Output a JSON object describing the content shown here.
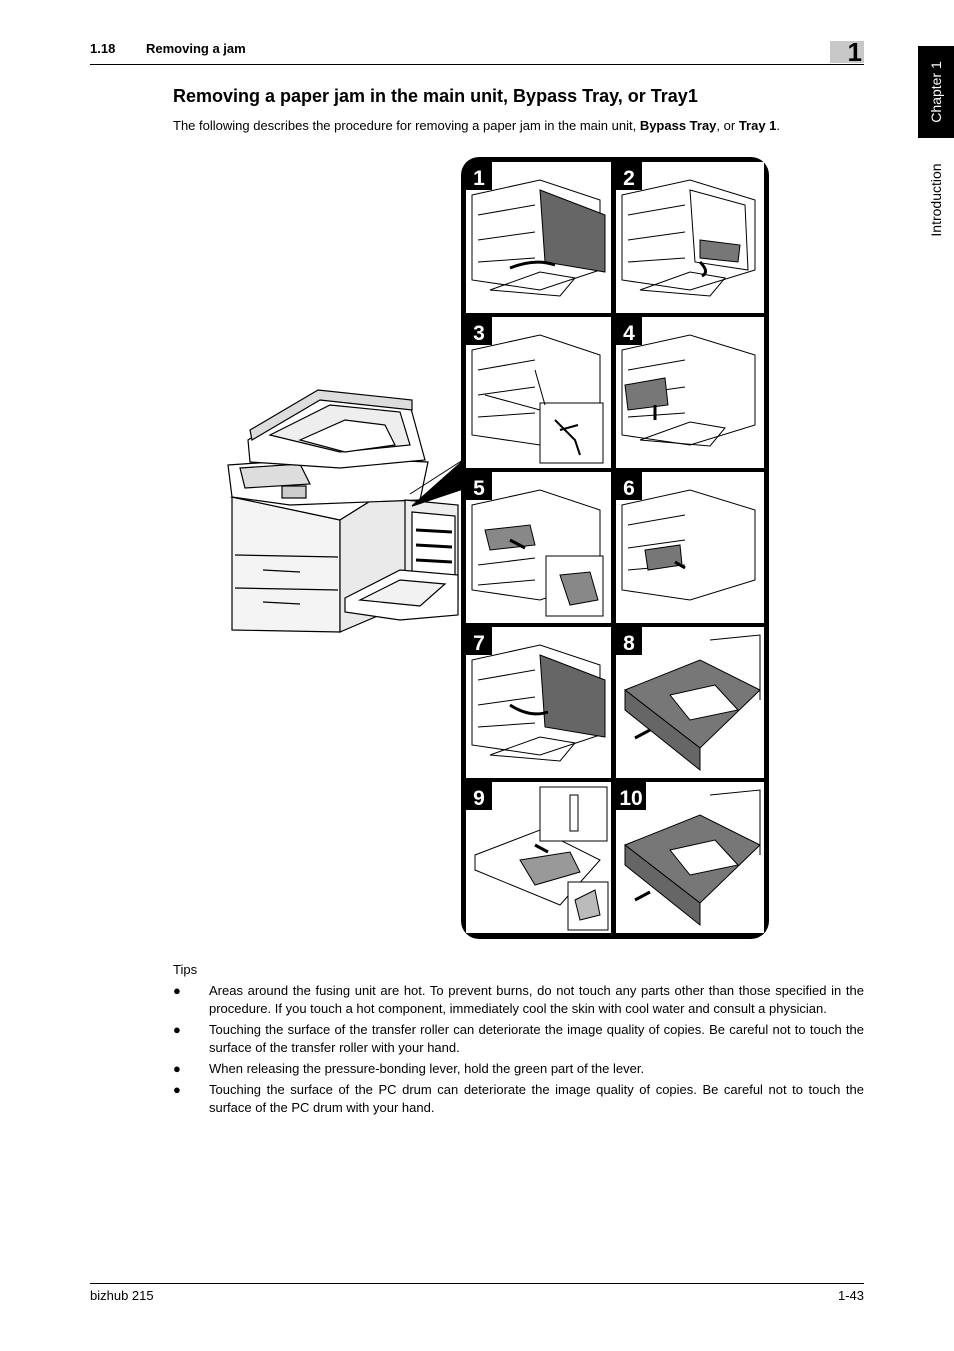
{
  "header": {
    "section_number": "1.18",
    "section_title": "Removing a jam",
    "chapter_number": "1"
  },
  "side_tabs": {
    "chapter": "Chapter 1",
    "section": "Introduction"
  },
  "title": "Removing a paper jam in the main unit, Bypass Tray, or Tray1",
  "intro": {
    "before": "The following describes the procedure for removing a paper jam in the main unit, ",
    "bold1": "Bypass Tray",
    "middle": ", or ",
    "bold2": "Tray 1",
    "after": "."
  },
  "steps": [
    "1",
    "2",
    "3",
    "4",
    "5",
    "6",
    "7",
    "8",
    "9",
    "10"
  ],
  "tips": {
    "label": "Tips",
    "bullet": "●",
    "items": [
      "Areas around the fusing unit are hot. To prevent burns, do not touch any parts other than those specified in the procedure. If you touch a hot component, immediately cool the skin with cool water and consult a physician.",
      "Touching the surface of the transfer roller can deteriorate the image quality of copies. Be careful not to touch the surface of the transfer roller with your hand.",
      "When releasing the pressure-bonding lever, hold the green part of the lever.",
      "Touching the surface of the PC drum can deteriorate the image quality of copies. Be careful not to touch the surface of the PC drum with your hand."
    ]
  },
  "footer": {
    "product": "bizhub 215",
    "page": "1-43"
  }
}
